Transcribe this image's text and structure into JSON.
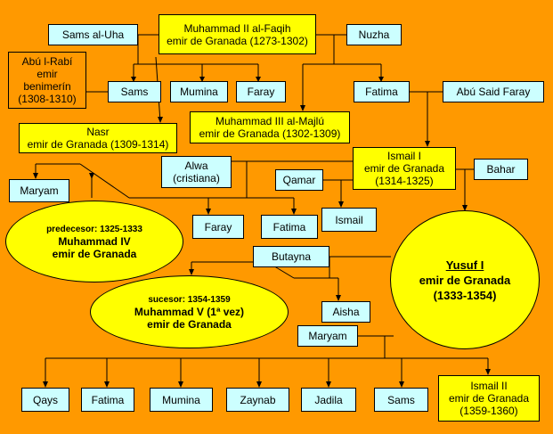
{
  "people": {
    "muhammad2": {
      "name": "Muhammad II al-Faqih",
      "title": "emir de Granada (1273-1302)"
    },
    "sams_al_uha": "Sams al-Uha",
    "nuzha": "Nuzha",
    "abu_rabi": {
      "name": "Abú l-Rabí",
      "title1": "emir",
      "title2": "benimerín",
      "years": "(1308-1310)"
    },
    "sams1": "Sams",
    "mumina1": "Mumina",
    "faray1": "Faray",
    "fatima_top": "Fatima",
    "abu_said": "Abú Said Faray",
    "muhammad3": {
      "name": "Muhammad III al-Majlú",
      "title": "emir de Granada (1302-1309)"
    },
    "nasr": {
      "name": "Nasr",
      "title": "emir de Granada (1309-1314)"
    },
    "ismail1": {
      "name": "Ismail I",
      "title": "emir de Granada",
      "years": "(1314-1325)"
    },
    "alwa": {
      "name": "Alwa",
      "note": "(cristiana)"
    },
    "qamar": "Qamar",
    "bahar": "Bahar",
    "maryam_left": "Maryam",
    "faray2": "Faray",
    "fatima2": "Fatima",
    "ismail": "Ismail",
    "muhammad4": {
      "note": "predecesor: 1325-1333",
      "name": "Muhammad IV",
      "title": "emir de Granada"
    },
    "yusuf1": {
      "name": "Yusuf I",
      "title": "emir de Granada",
      "years": "(1333-1354)"
    },
    "butayna": "Butayna",
    "muhammad5": {
      "note": "sucesor: 1354-1359",
      "name": "Muhammad V (1ª vez)",
      "title": "emir de Granada"
    },
    "aisha": "Aisha",
    "maryam_bottom": "Maryam",
    "qays": "Qays",
    "fatima3": "Fatima",
    "mumina2": "Mumina",
    "zaynab": "Zaynab",
    "jadila": "Jadila",
    "sams2": "Sams",
    "ismail2": {
      "name": "Ismail II",
      "title": "emir de Granada",
      "years": "(1359-1360)"
    }
  },
  "colors": {
    "background": "#FF9900",
    "box_cyan": "#CCFFFF",
    "box_yellow": "#FFFF00",
    "line": "#000000"
  }
}
